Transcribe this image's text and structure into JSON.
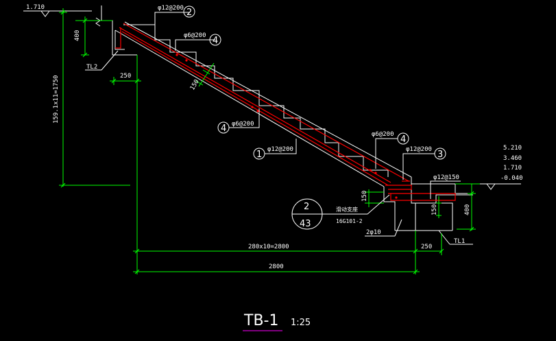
{
  "drawing": {
    "title": "TB-1",
    "scale": "1:25"
  },
  "elevations": {
    "top_left": "1.710",
    "right_1": "5.210",
    "right_2": "3.460",
    "right_3": "1.710",
    "right_4": "-0.040"
  },
  "dimensions": {
    "beam_depth_left": "400",
    "beam_width_left": "250",
    "vertical_total": "159.1x11=1750",
    "slab_thickness": "150",
    "landing_thickness": "150",
    "beam_depth_right": "400",
    "beam_width_right": "250",
    "beam_150": "150",
    "steps_horizontal": "280x10=2800",
    "total_horizontal": "2800"
  },
  "rebar_labels": {
    "top_bar": "φ12@200",
    "top_bar_id": "2",
    "dist_bar_top": "φ6@200",
    "dist_bar_top_id": "4",
    "dist_bar_mid": "φ6@200",
    "dist_bar_mid_id": "4",
    "bottom_bar": "φ12@200",
    "bottom_bar_id": "1",
    "dist_bar_low": "φ6@200",
    "dist_bar_low_id": "4",
    "end_bar": "φ12@200",
    "end_bar_id": "3",
    "landing_bar": "φ12@150",
    "beam_bar": "2φ10"
  },
  "beams": {
    "left": "TL2",
    "right": "TL1"
  },
  "detail_ref": {
    "number": "2",
    "sheet": "43",
    "label": "滑动支座",
    "code": "16G101-2"
  }
}
